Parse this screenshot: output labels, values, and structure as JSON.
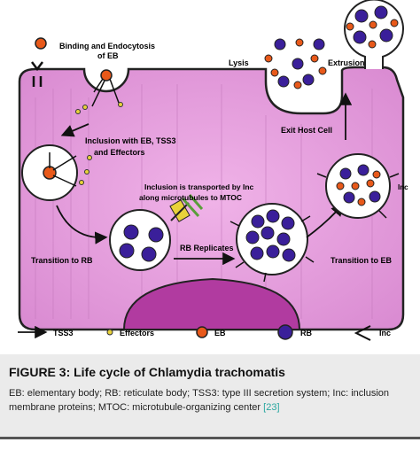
{
  "labels": {
    "binding_line1": "Binding and Endocytosis",
    "binding_line2": "of EB",
    "lysis": "Lysis",
    "extrusion": "Extrusion",
    "inclusion_line1": "Inclusion with EB, TSS3",
    "inclusion_line2": "and Effectors",
    "exit": "Exit Host Cell",
    "transport_line1": "Inclusion is transported by Inc",
    "transport_line2": "along microtubules to MTOC",
    "rb_replicates": "RB Replicates",
    "transition_rb": "Transition to RB",
    "transition_eb": "Transition to EB"
  },
  "legend": {
    "tss3": "TSS3",
    "effectors": "Effectors",
    "eb": "EB",
    "rb": "RB",
    "inc": "Inc"
  },
  "caption": {
    "title": "FIGURE 3: Life cycle of Chlamydia trachomatis",
    "body": "EB: elementary body; RB: reticulate body; TSS3: type III secretion system; Inc: inclusion membrane proteins; MTOC: microtubule-organizing center",
    "citation": "[23]"
  },
  "colors": {
    "cell_fill": "#d98ad1",
    "eb": "#e8591a",
    "rb": "#3a1f9a",
    "effector": "#e8d23a",
    "nucleus": "#b13ba0",
    "caption_bg": "#ebebeb",
    "citation": "#2aa7a0"
  }
}
